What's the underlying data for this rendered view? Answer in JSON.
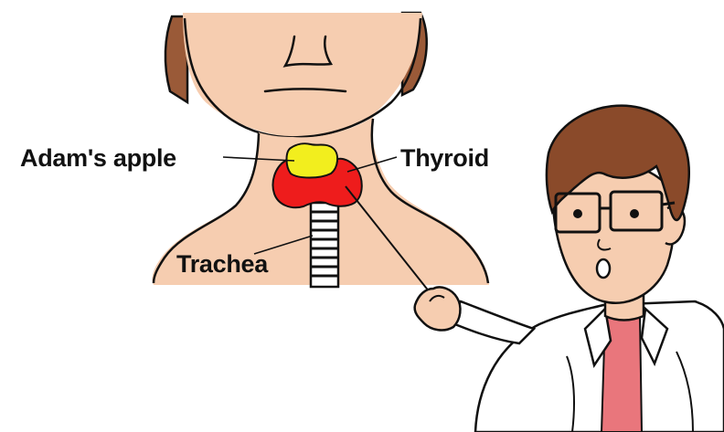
{
  "labels": {
    "adams_apple": "Adam's apple",
    "thyroid": "Thyroid",
    "trachea": "Trachea"
  },
  "colors": {
    "skin": "#f6cdb0",
    "hair": "#9a5a38",
    "doctor_hair": "#8a4a2a",
    "thyroid": "#ee1c1c",
    "adams_apple": "#f2ee1e",
    "shirt": "#e9767c",
    "coat": "#ffffff",
    "outline": "#111111"
  }
}
